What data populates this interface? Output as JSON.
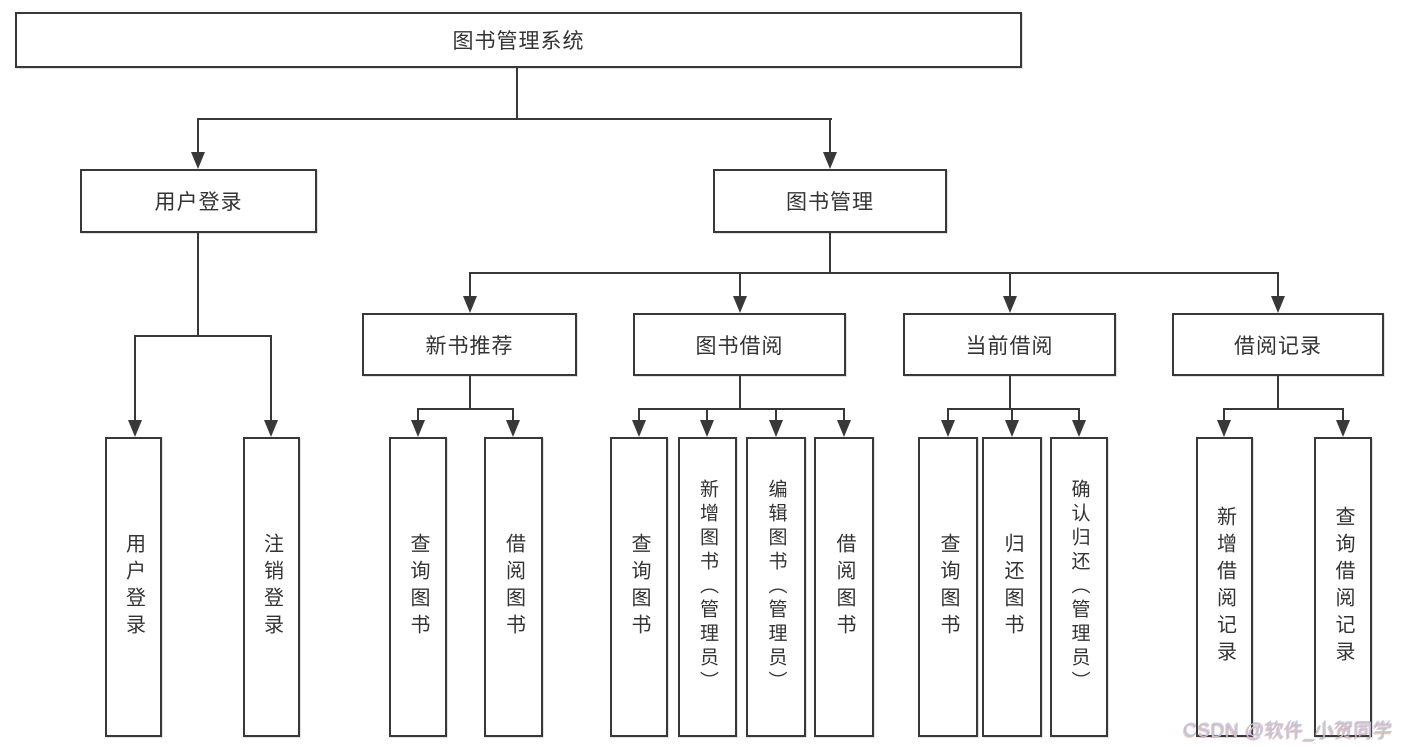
{
  "diagram": {
    "root": {
      "label": "图书管理系统"
    },
    "user_login": {
      "label": "用户登录"
    },
    "book_mgmt": {
      "label": "图书管理"
    },
    "new_book": {
      "label": "新书推荐"
    },
    "borrow": {
      "label": "图书借阅"
    },
    "current": {
      "label": "当前借阅"
    },
    "record": {
      "label": "借阅记录"
    },
    "leaves": {
      "user_login": [
        "用户登录",
        "注销登录"
      ],
      "new_book": [
        "查询图书",
        "借阅图书"
      ],
      "borrow": [
        "查询图书",
        "新增图书（管理员）",
        "编辑图书（管理员）",
        "借阅图书"
      ],
      "current": [
        "查询图书",
        "归还图书",
        "确认归还（管理员）"
      ],
      "record": [
        "新增借阅记录",
        "查询借阅记录"
      ]
    }
  },
  "watermark": {
    "text": "CSDN @软件_小贺同学"
  },
  "colors": {
    "line": "#383838",
    "text": "#333333",
    "background": "#ffffff",
    "watermark": "#c6c6c6"
  }
}
